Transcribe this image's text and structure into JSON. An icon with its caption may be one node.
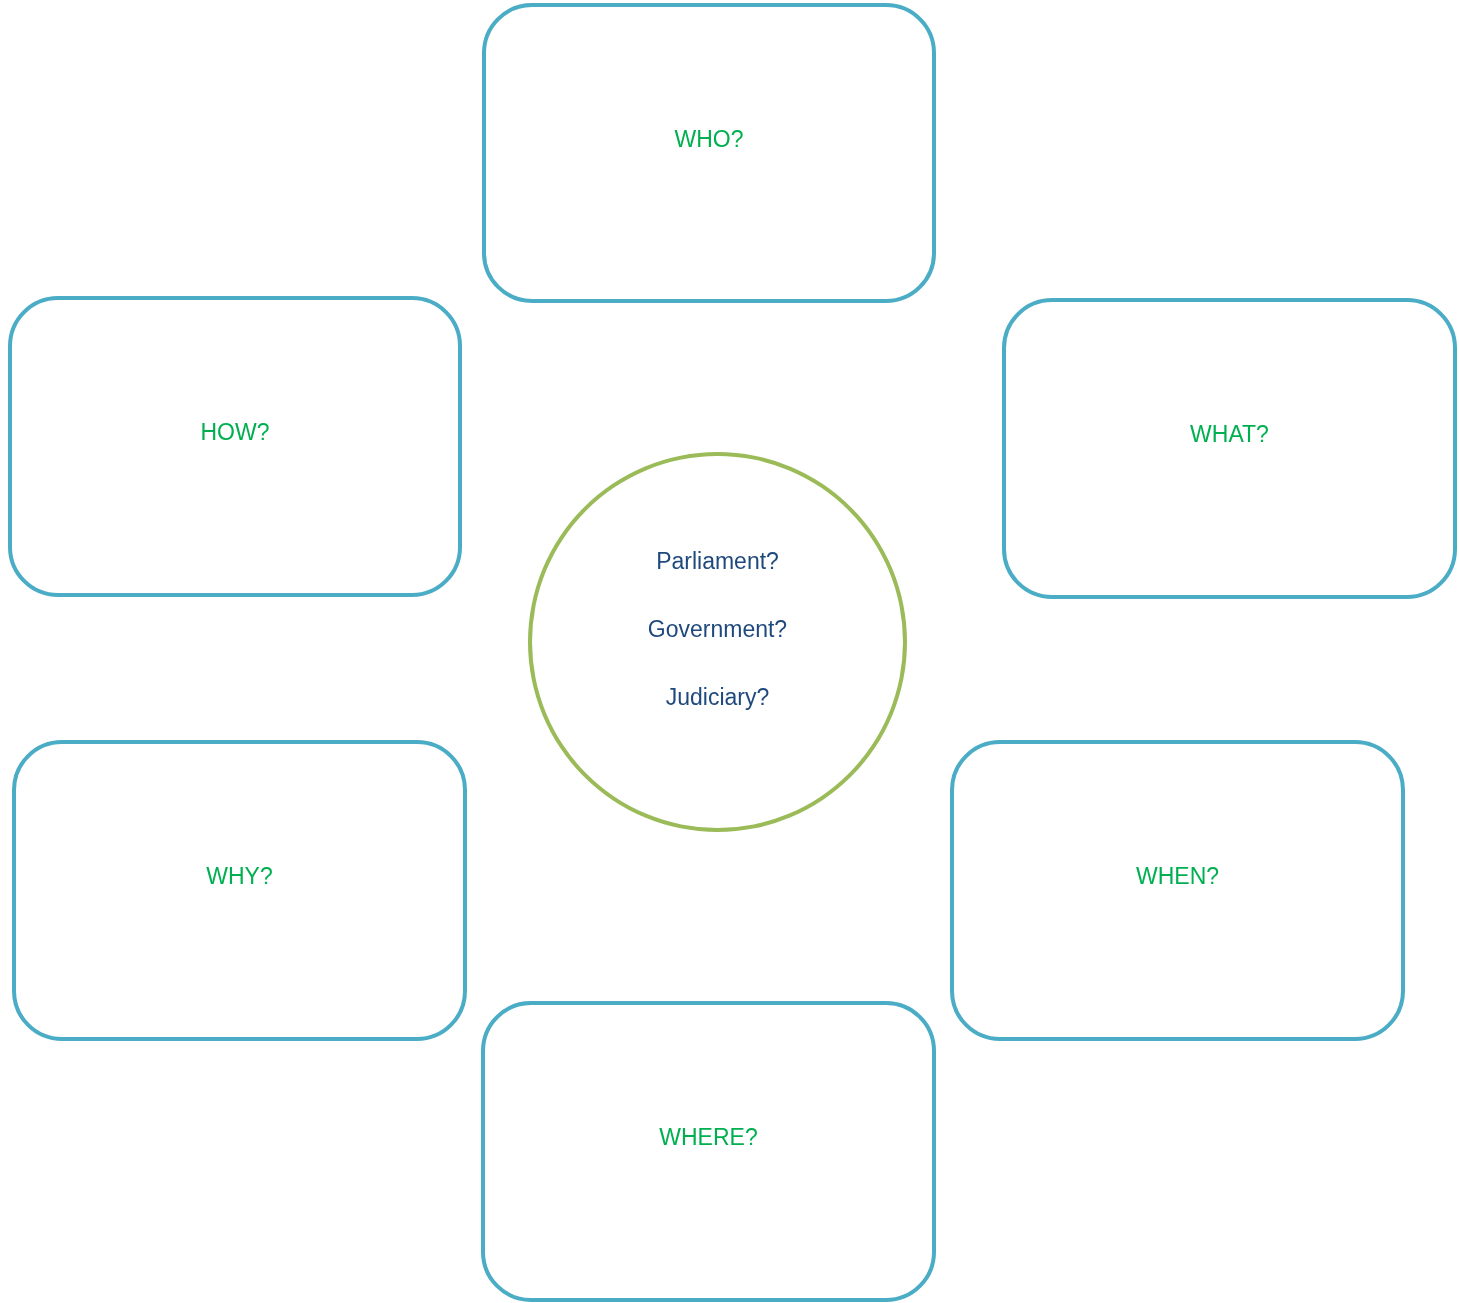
{
  "diagram": {
    "nodes": [
      {
        "text": [
          "WHO?"
        ]
      },
      {
        "text": [
          "HOW?"
        ]
      },
      {
        "text": [
          "WHAT?"
        ]
      },
      {
        "text": [
          "Parliament?",
          "Government?",
          "Judiciary?"
        ]
      },
      {
        "text": [
          "WHY?"
        ]
      },
      {
        "text": [
          "WHEN?"
        ]
      },
      {
        "text": [
          "WHERE?"
        ]
      }
    ]
  }
}
